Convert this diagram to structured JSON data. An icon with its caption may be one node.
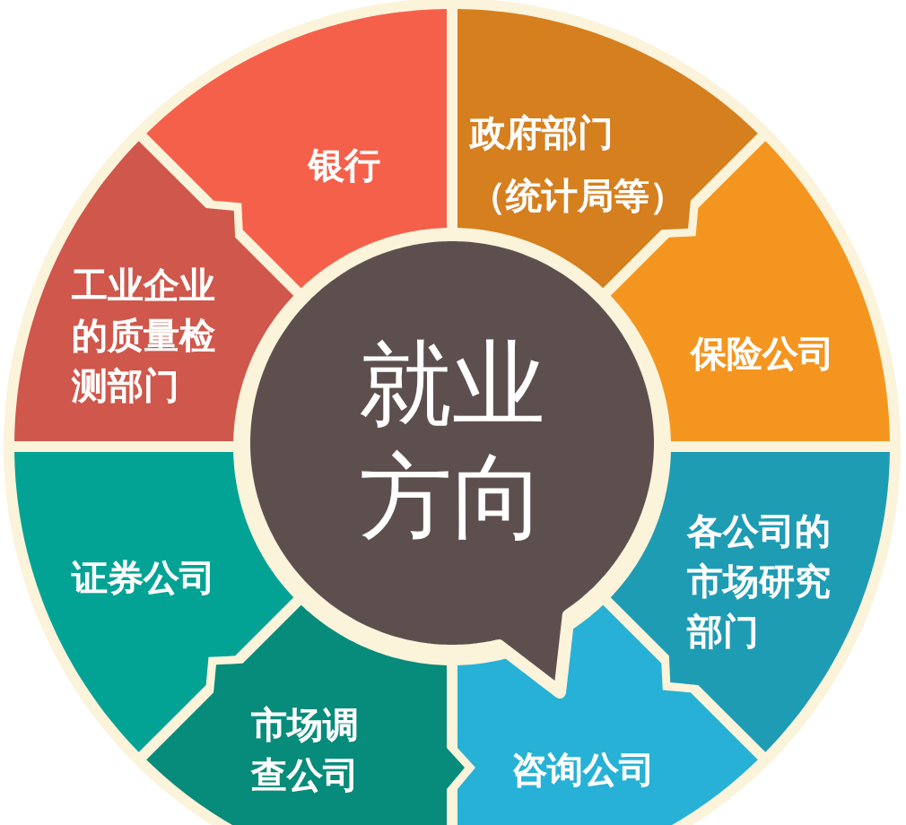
{
  "diagram": {
    "nodes": [
      {
        "text": [
          "就业方向"
        ]
      },
      {
        "text": [
          "银行"
        ]
      },
      {
        "text": [
          "政府部门（统计局等）"
        ]
      },
      {
        "text": [
          "保险公司"
        ]
      },
      {
        "text": [
          "各公司的市场研究部门"
        ]
      },
      {
        "text": [
          "咨询公司"
        ]
      },
      {
        "text": [
          "市场调查公司"
        ]
      },
      {
        "text": [
          "证券公司"
        ]
      },
      {
        "text": [
          "工业企业的质量检测部门"
        ]
      }
    ]
  }
}
